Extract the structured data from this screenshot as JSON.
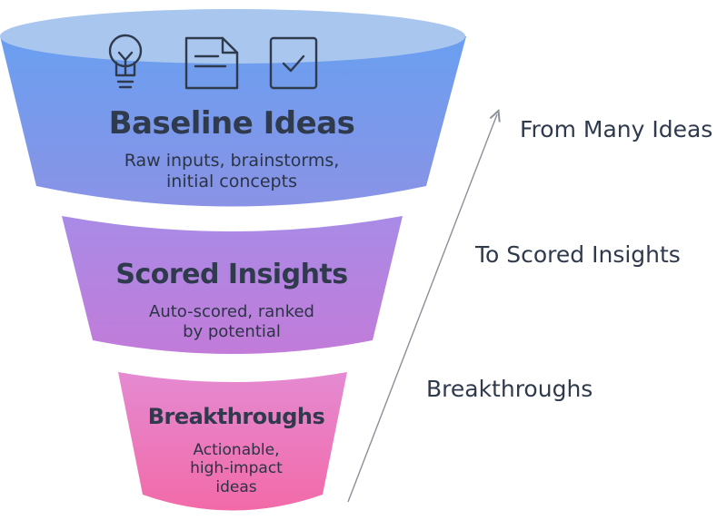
{
  "stages": [
    {
      "title": "Baseline Ideas",
      "subtitle_lines": [
        "Raw inputs, brainstorms,",
        "initial concepts"
      ],
      "icons": [
        "lightbulb-icon",
        "document-icon",
        "checkbox-icon"
      ]
    },
    {
      "title": "Scored Insights",
      "subtitle_lines": [
        "Auto-scored, ranked",
        "by potential"
      ]
    },
    {
      "title": "Breakthroughs",
      "subtitle_lines": [
        "Actionable,",
        "high-impact",
        "ideas"
      ]
    }
  ],
  "side_labels": [
    "From Many Ideas",
    "To Scored Insights",
    "Breakthroughs"
  ],
  "colors": {
    "top_rim": "#a9c6ef",
    "stage1_top": "#6a9ff0",
    "stage1_bottom": "#8a93e6",
    "stage2_top": "#a88be6",
    "stage2_bottom": "#c27bd9",
    "stage3_top": "#e58ad2",
    "stage3_bottom": "#f26aa8",
    "text": "#2f3a4d",
    "arrow": "#8a8f98"
  }
}
